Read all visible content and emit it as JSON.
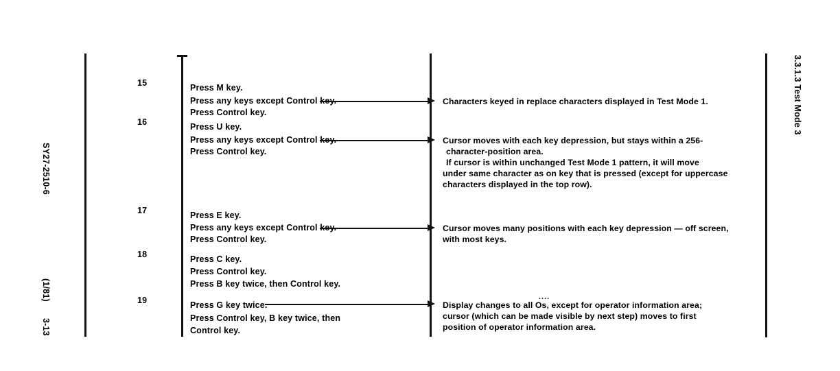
{
  "page": {
    "document_id": "SY27-2510-6",
    "revision_date": "(1/81)",
    "page_number": "3-13",
    "section_heading": "3.3.1.3  Test Mode 3"
  },
  "procedure": {
    "steps": [
      {
        "number": "15",
        "actions": [
          "Press M key.",
          "Press any keys except Control key.",
          "Press Control key."
        ],
        "has_leader": true,
        "result_lines": [
          "Characters keyed in replace characters displayed in Test Mode 1."
        ]
      },
      {
        "number": "16",
        "actions": [
          "Press U key.",
          "Press any keys except Control key.",
          "Press Control key."
        ],
        "has_leader": true,
        "result_lines": [
          "Cursor moves with each key depression, but stays within a 256-",
          "character-position area.",
          "If cursor is within unchanged Test Mode 1 pattern, it will move",
          "under same character as on key that is pressed (except for uppercase",
          "characters displayed in the top row)."
        ]
      },
      {
        "number": "17",
        "actions": [
          "Press E key.",
          "Press any keys except Control key.",
          "Press Control key."
        ],
        "has_leader": true,
        "result_lines": [
          "Cursor moves many positions with each key depression — off screen,",
          "with most keys."
        ]
      },
      {
        "number": "18",
        "actions": [
          "Press C key.",
          "Press Control key.",
          "Press B key twice, then Control key."
        ],
        "has_leader": false,
        "result_lines": []
      },
      {
        "number": "19",
        "actions": [
          "Press G key twice.",
          "Press Control key, B key twice, then",
          "Control key."
        ],
        "has_leader": true,
        "result_lines": [
          "Display changes to all Os, except for operator information area;",
          "cursor (which can be made visible by next step) moves to first",
          "position of operator information area."
        ]
      }
    ]
  },
  "artifacts": {
    "dots_above_os": "...."
  }
}
